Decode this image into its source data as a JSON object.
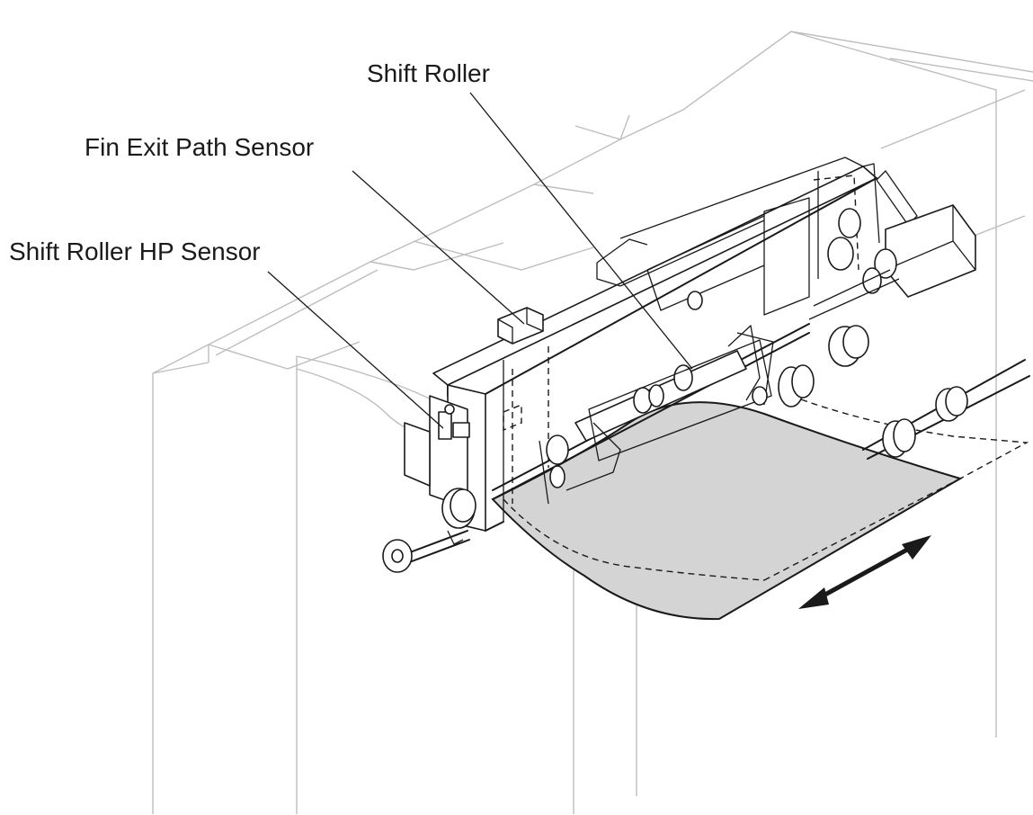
{
  "labels": {
    "shift_roller": "Shift Roller",
    "fin_exit_path_sensor": "Fin Exit Path Sensor",
    "shift_roller_hp_sensor": "Shift Roller HP Sensor"
  },
  "colors": {
    "line": "#1a1a1a",
    "frame": "#bdbdbd",
    "paper": "#d4d4d4",
    "background": "#ffffff"
  },
  "icons": {
    "motion_arrow": "double-headed-arrow"
  }
}
